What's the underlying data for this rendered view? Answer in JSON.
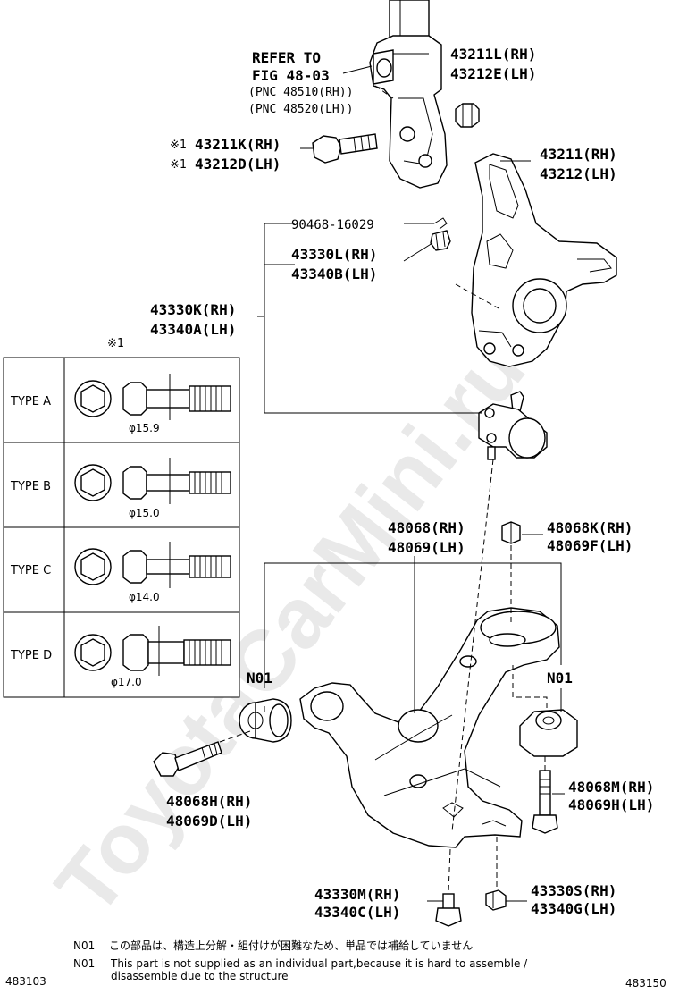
{
  "labels": {
    "strut_ref": [
      "REFER TO",
      "FIG 48-03"
    ],
    "strut_pnc": [
      "(PNC 48510(RH))",
      "(PNC 48520(LH))"
    ],
    "nut_top": [
      "43211L(RH)",
      "43212E(LH)"
    ],
    "bolt_top": [
      "43211K(RH)",
      "43212D(LH)"
    ],
    "bolt_top_marker": "※1",
    "knuckle": [
      "43211(RH)",
      "43212(LH)"
    ],
    "cotter_pin": "90468-16029",
    "castle_nut": [
      "43330L(RH)",
      "43340B(LH)"
    ],
    "ball_joint": [
      "43330K(RH)",
      "43340A(LH)"
    ],
    "arm": [
      "48068(RH)",
      "48069(LH)"
    ],
    "arm_nut": [
      "48068K(RH)",
      "48069F(LH)"
    ],
    "n01_left": "N01",
    "n01_right": "N01",
    "front_bolt": [
      "48068H(RH)",
      "48069D(LH)"
    ],
    "rear_bolt": [
      "48068M(RH)",
      "48069H(LH)"
    ],
    "bj_bolt": [
      "43330M(RH)",
      "43340C(LH)"
    ],
    "bj_nut": [
      "43330S(RH)",
      "43340G(LH)"
    ]
  },
  "bolt_table": {
    "marker": "※1",
    "rows": [
      {
        "type": "TYPE A",
        "diameter": "φ15.9"
      },
      {
        "type": "TYPE B",
        "diameter": "φ15.0"
      },
      {
        "type": "TYPE C",
        "diameter": "φ14.0"
      },
      {
        "type": "TYPE D",
        "diameter": "φ17.0"
      }
    ]
  },
  "notes": [
    {
      "code": "N01",
      "text": "この部品は、構造上分解・組付けが困難なため、単品では補給していません"
    },
    {
      "code": "N01",
      "text": "This part is not supplied as an individual part,because it is hard to assemble /",
      "text2": "disassemble due to the structure"
    }
  ],
  "footer": {
    "left_id": "483103",
    "right_id": "483150"
  },
  "watermark": "ToyotaCarMini.ru"
}
